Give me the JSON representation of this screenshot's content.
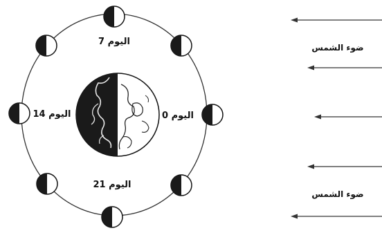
{
  "diagram": {
    "day_labels": {
      "day0": "اليوم 0",
      "day7": "اليوم 7",
      "day14": "اليوم 14",
      "day21": "اليوم 21"
    },
    "sunlight_labels": {
      "upper": "ضوء الشمس",
      "lower": "ضوء الشمس"
    },
    "colors": {
      "ink": "#111111",
      "earth_dark": "#1a1a1a",
      "earth_light": "#ffffff"
    }
  }
}
